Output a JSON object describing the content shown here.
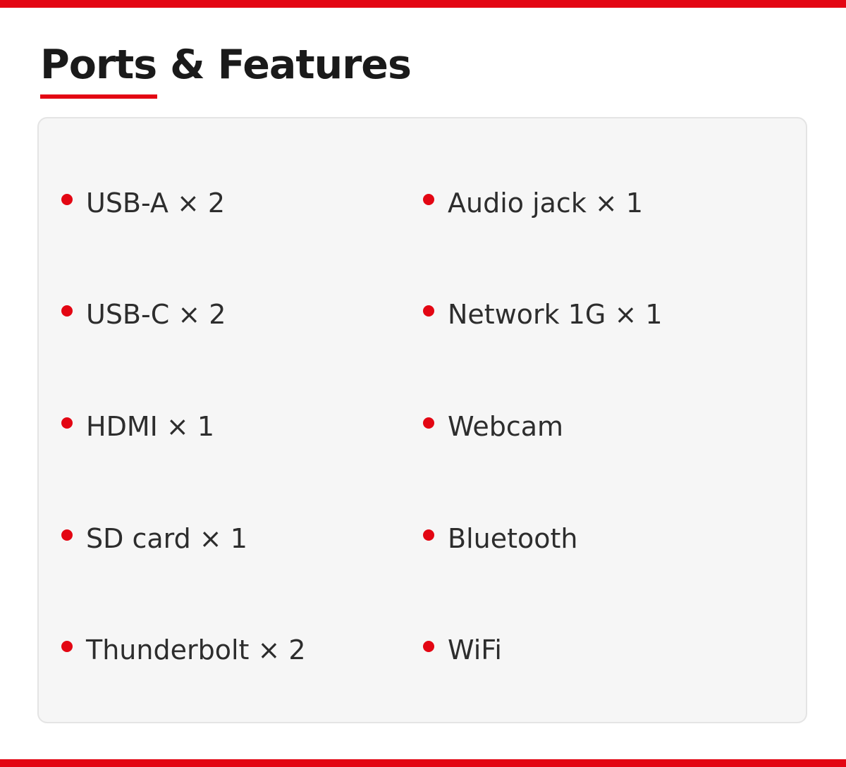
{
  "colors": {
    "accent": "#e30613",
    "panel_background": "#f6f6f6",
    "panel_border": "#e4e4e4",
    "heading_text": "#1a1a1a",
    "body_text": "#2d2d2d"
  },
  "header": {
    "title": "Ports & Features"
  },
  "features": {
    "left": [
      {
        "label": "USB-A × 2"
      },
      {
        "label": "USB-C × 2"
      },
      {
        "label": "HDMI × 1"
      },
      {
        "label": "SD card × 1"
      },
      {
        "label": "Thunderbolt × 2"
      }
    ],
    "right": [
      {
        "label": "Audio jack × 1"
      },
      {
        "label": "Network 1G × 1"
      },
      {
        "label": "Webcam"
      },
      {
        "label": "Bluetooth"
      },
      {
        "label": "WiFi"
      }
    ]
  }
}
